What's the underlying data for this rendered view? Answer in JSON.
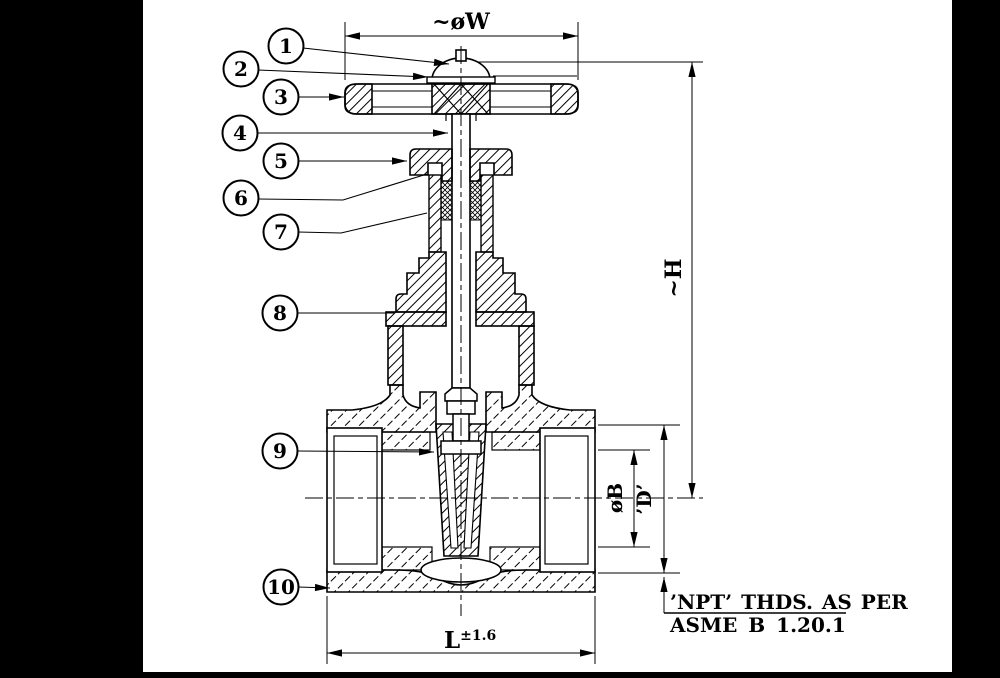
{
  "drawing": {
    "type": "gate-valve-cross-section",
    "colors": {
      "ink": "#000000",
      "paper": "#ffffff"
    }
  },
  "dimensions": {
    "handwheel_diameter": {
      "label": "~øW"
    },
    "height": {
      "label": "~H"
    },
    "bore": {
      "label": "øB"
    },
    "port_depth": {
      "label": "’D’"
    },
    "face_to_face": {
      "label": "L",
      "tolerance": "±1.6"
    }
  },
  "note": {
    "line1": "’NPT’  THDS.  AS  PER",
    "line2": "ASME  B  1.20.1"
  },
  "balloons": [
    {
      "label": "1"
    },
    {
      "label": "2"
    },
    {
      "label": "3"
    },
    {
      "label": "4"
    },
    {
      "label": "5"
    },
    {
      "label": "6"
    },
    {
      "label": "7"
    },
    {
      "label": "8"
    },
    {
      "label": "9"
    },
    {
      "label": "10"
    }
  ]
}
